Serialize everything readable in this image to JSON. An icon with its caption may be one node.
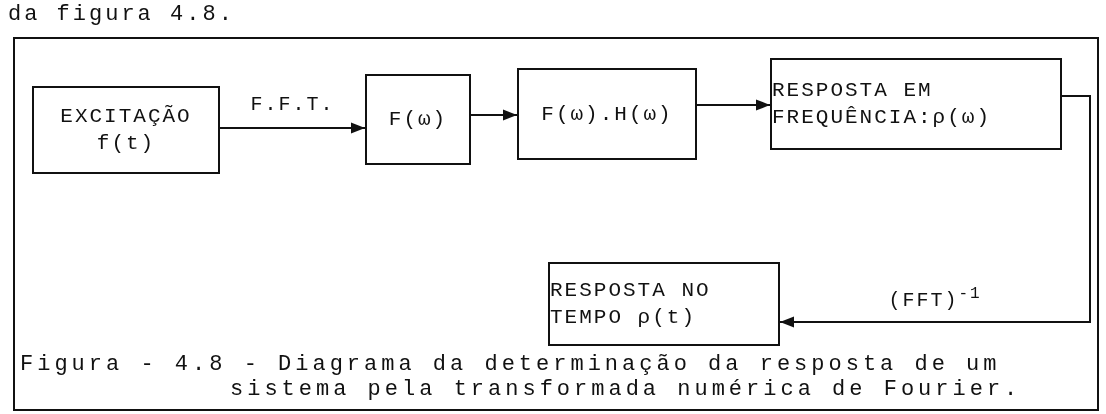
{
  "diagram": {
    "caption": "Figura - 4.8 - Diagrama da determinação da resposta de um sistema pela transformada numérica de Fourier.",
    "nodes": [
      {
        "text": [
          "EXCITAÇÃO f(t)"
        ]
      },
      {
        "text": [
          "F(ω)"
        ]
      },
      {
        "text": [
          "F(ω).H(ω)"
        ]
      },
      {
        "text": [
          "RESPOSTA EM FREQUÊNCIA:ρ(ω)"
        ]
      },
      {
        "text": [
          "RESPOSTA NO TEMPO ρ(t)"
        ]
      }
    ],
    "edges": [
      {
        "from": 0,
        "to": 1,
        "arrow": "to",
        "label": "F.F.T."
      },
      {
        "from": 1,
        "to": 2,
        "arrow": "to"
      },
      {
        "from": 2,
        "to": 3,
        "arrow": "to"
      },
      {
        "from": 3,
        "to": 4,
        "arrow": "to",
        "label": "(FFT)$^{-1}$"
      }
    ],
    "labels": [
      "da figura 4.8."
    ]
  }
}
